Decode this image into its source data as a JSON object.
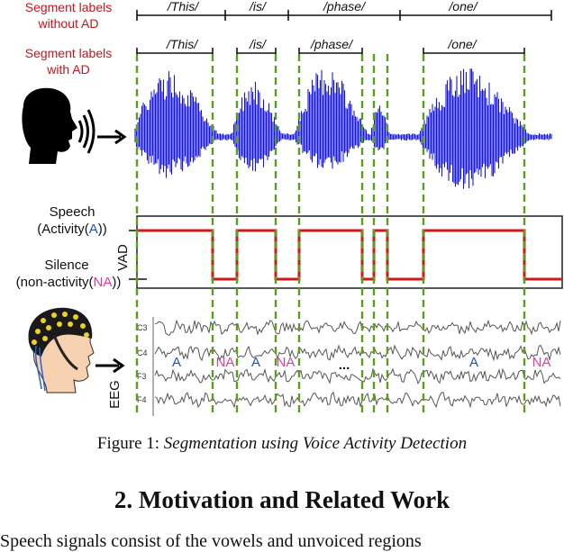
{
  "figure": {
    "row_labels": {
      "without_ad": [
        "Segment labels",
        "without AD"
      ],
      "with_ad": [
        "Segment labels",
        "with AD"
      ]
    },
    "segments_without_ad": [
      "/This/",
      "/is/",
      "/phase/",
      "/one/"
    ],
    "segments_with_ad": [
      "/This/",
      "/is/",
      "/phase/",
      "/one/"
    ],
    "vad": {
      "axis_label": "VAD",
      "speech_label": [
        "Speech",
        "(Activity(",
        "A",
        "))"
      ],
      "silence_label": [
        "Silence",
        "(non-activity(",
        "NA",
        "))"
      ],
      "sequence": [
        1,
        0,
        1,
        0,
        1,
        0,
        1,
        0,
        1,
        0
      ]
    },
    "eeg": {
      "axis_label": "EEG",
      "channels": [
        "C3",
        "C4",
        "F3",
        "F4"
      ],
      "activity_marks": [
        "A",
        "NA",
        "A",
        "NA",
        "...",
        "A",
        "NA"
      ]
    }
  },
  "caption": {
    "prefix": "Figure 1: ",
    "text": "Segmentation using Voice Activity Detection"
  },
  "section_heading": "2.   Motivation and Related Work",
  "body_text_partial": "Speech signals consist of the vowels and unvoiced regions",
  "colors": {
    "label_red": "#c8141e",
    "wave_blue": "#1414e6",
    "boundary_green": "#5a9e1e",
    "vad_red": "#d01818",
    "activity_blue": "#1a4fd0",
    "nonactivity_pink": "#e0409a",
    "eeg_gray": "#555555"
  }
}
